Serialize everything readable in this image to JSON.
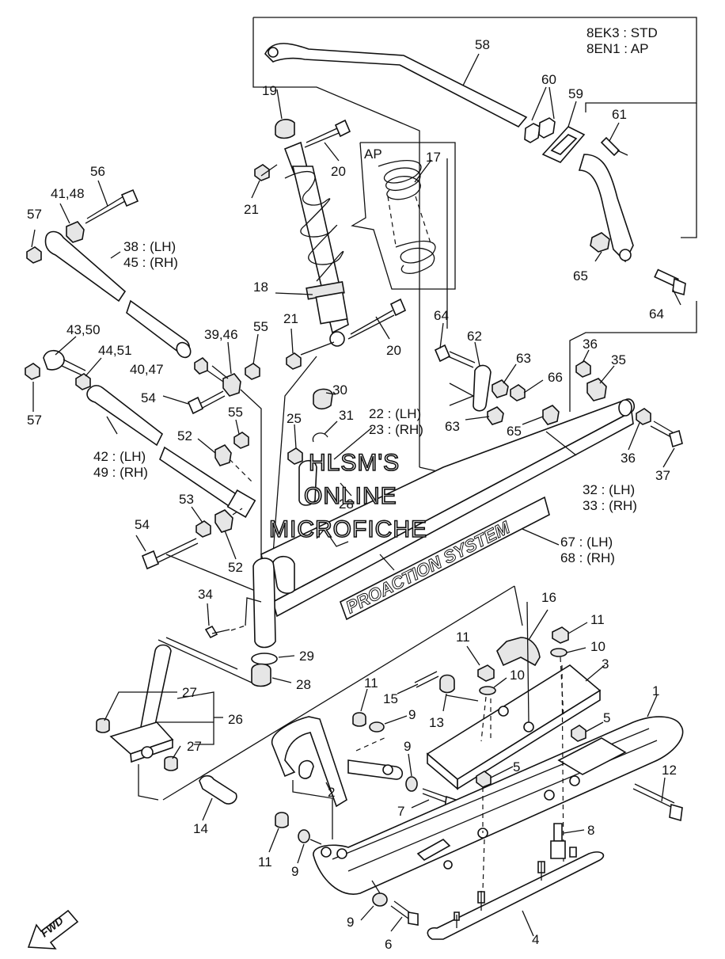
{
  "model_codes": {
    "line1": "8EK3  : STD",
    "line2": "8EN1  : AP"
  },
  "spring_inset": {
    "label": "AP"
  },
  "decal_text": "PROACTION SYSTEM",
  "fwd_label": "FWD",
  "watermark": [
    "HLSM'S",
    "ONLINE",
    "MICROFICHE"
  ],
  "labels": {
    "l58": "58",
    "l60": "60",
    "l59": "59",
    "l61": "61",
    "l19": "19",
    "l20a": "20",
    "l21a": "21",
    "l17": "17",
    "l56": "56",
    "l4148": "41,48",
    "l57a": "57",
    "l3845a": "38 : (LH)",
    "l3845b": "45 : (RH)",
    "l18": "18",
    "l65a": "65",
    "l64a": "64",
    "l21b": "21",
    "l20b": "20",
    "l4350": "43,50",
    "l3946": "39,46",
    "l55a": "55",
    "l4451": "44,51",
    "l4047": "40,47",
    "l57b": "57",
    "l54a": "54",
    "l64b": "64",
    "l62": "62",
    "l63a": "63",
    "l36a": "36",
    "l35": "35",
    "l66": "66",
    "l30": "30",
    "l25": "25",
    "l31": "31",
    "l2223a": "22 : (LH)",
    "l2223b": "23 : (RH)",
    "l55b": "55",
    "l52a": "52",
    "l4249a": "42 : (LH)",
    "l4249b": "49 : (RH)",
    "l63b": "63",
    "l65b": "65",
    "l36b": "36",
    "l37": "37",
    "l3233a": "32 : (LH)",
    "l3233b": "33 : (RH)",
    "l28a": "28",
    "l53": "53",
    "l54b": "54",
    "l6768a": "67 : (LH)",
    "l6768b": "68 : (RH)",
    "l52b": "52",
    "l34": "34",
    "l16": "16",
    "l11a": "11",
    "l10a": "10",
    "l11b": "11",
    "l3": "3",
    "l10b": "10",
    "l29": "29",
    "l28b": "28",
    "l27a": "27",
    "l26": "26",
    "l11c": "11",
    "l15": "15",
    "l13": "13",
    "l1": "1",
    "l27b": "27",
    "l9a": "9",
    "l5a": "5",
    "l9b": "9",
    "l5b": "5",
    "l12": "12",
    "l2": "2",
    "l7": "7",
    "l14": "14",
    "l8": "8",
    "l11d": "11",
    "l9c": "9",
    "l9d": "9",
    "l6": "6",
    "l4": "4"
  }
}
